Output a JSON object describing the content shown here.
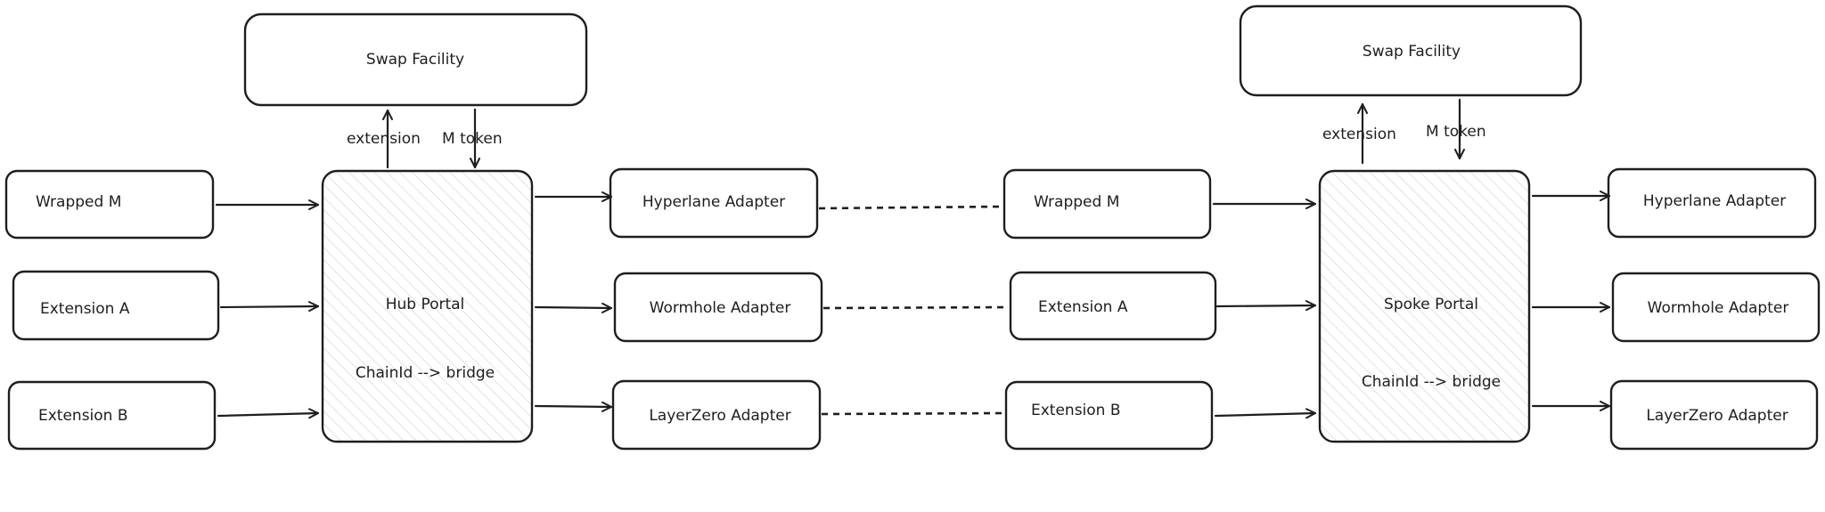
{
  "left": {
    "swap_facility": "Swap Facility",
    "extension_label": "extension",
    "m_token_label": "M token",
    "inputs": [
      "Wrapped M",
      "Extension A",
      "Extension B"
    ],
    "portal_title": "Hub Portal",
    "portal_subtitle": "ChainId --> bridge",
    "adapters": [
      "Hyperlane Adapter",
      "Wormhole Adapter",
      "LayerZero Adapter"
    ]
  },
  "right": {
    "swap_facility": "Swap Facility",
    "extension_label": "extension",
    "m_token_label": "M token",
    "inputs": [
      "Wrapped M",
      "Extension A",
      "Extension B"
    ],
    "portal_title": "Spoke Portal",
    "portal_subtitle": "ChainId --> bridge",
    "adapters": [
      "Hyperlane Adapter",
      "Wormhole Adapter",
      "LayerZero Adapter"
    ]
  }
}
